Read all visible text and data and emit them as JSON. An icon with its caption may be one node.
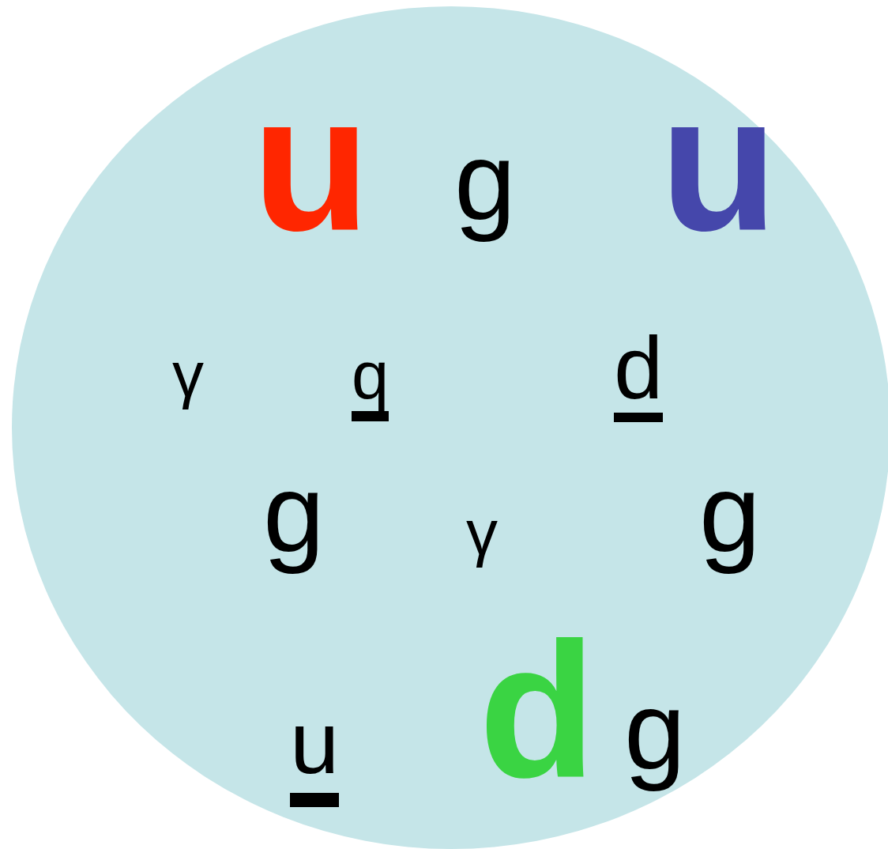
{
  "diagram": {
    "nodes": [
      {
        "text": [
          "u",
          "g",
          "u",
          "γ",
          "q",
          "d",
          "g",
          "γ",
          "g",
          "u",
          "d",
          "g"
        ]
      }
    ]
  }
}
